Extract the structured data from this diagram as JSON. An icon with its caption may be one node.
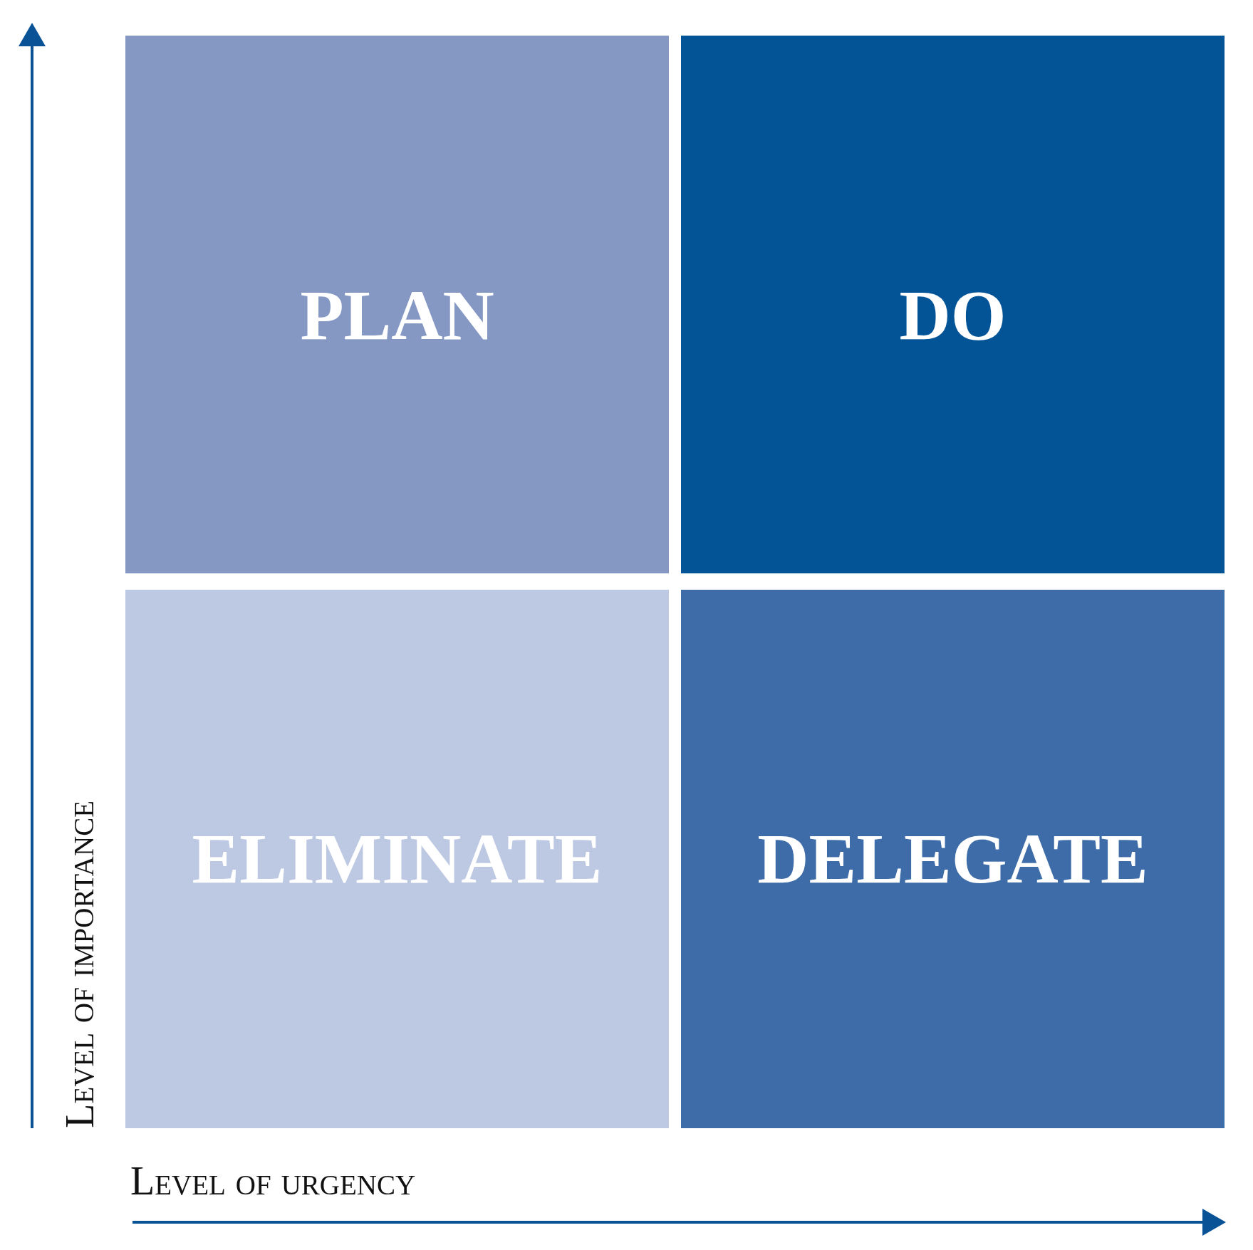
{
  "diagram": {
    "nodes": [
      {
        "text": [
          "PLAN"
        ]
      },
      {
        "text": [
          "DO"
        ]
      },
      {
        "text": [
          "ELIMINATE"
        ]
      },
      {
        "text": [
          "DELEGATE"
        ]
      }
    ],
    "labels": [
      "Level of importance",
      "Level of urgency"
    ]
  }
}
